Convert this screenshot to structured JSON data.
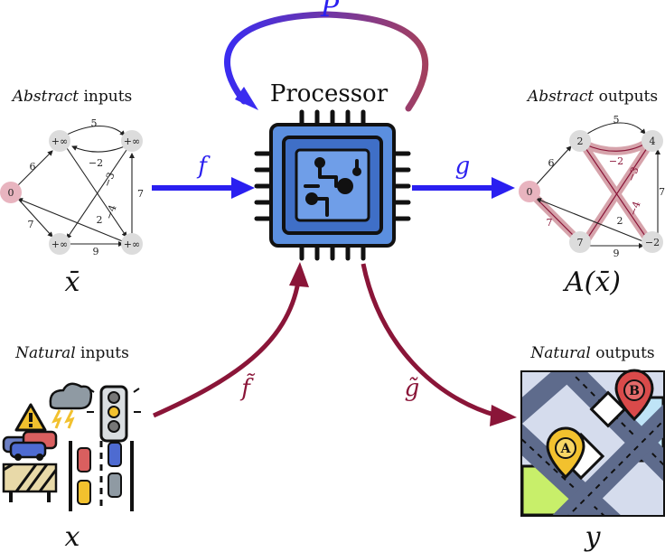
{
  "processor": {
    "title": "Processor",
    "loop_label": "P"
  },
  "abstract_inputs": {
    "title_italic": "Abstract",
    "title_rest": " inputs",
    "symbol": "x̄",
    "nodes": [
      "0",
      "+∞",
      "+∞",
      "+∞",
      "+∞"
    ],
    "edge_labels": [
      "5",
      "6",
      "−2",
      "−3",
      "7",
      "−4",
      "2",
      "7",
      "9"
    ]
  },
  "abstract_outputs": {
    "title_italic": "Abstract",
    "title_rest": " outputs",
    "symbol": "A(x̄)",
    "nodes": [
      "0",
      "2",
      "4",
      "7",
      "−2"
    ],
    "edge_labels": [
      "5",
      "6",
      "−2",
      "−3",
      "7",
      "−4",
      "2",
      "7",
      "9"
    ]
  },
  "natural_inputs": {
    "title_italic": "Natural",
    "title_rest": " inputs",
    "symbol": "x",
    "icons": [
      "warning-sign-icon",
      "storm-cloud-icon",
      "traffic-light-icon",
      "traffic-jam-cars-icon",
      "road-barrier-icon",
      "road-lanes-icon"
    ]
  },
  "natural_outputs": {
    "title_italic": "Natural",
    "title_rest": " outputs",
    "symbol": "y",
    "map_pins": [
      "A",
      "B"
    ]
  },
  "arrows": {
    "encoder": "f",
    "decoder": "g",
    "natural_encoder": "f̃",
    "natural_decoder": "g̃"
  },
  "colors": {
    "blue_arrow": "#2a1ff0",
    "red_arrow": "#8a1538",
    "node_gray": "#dcdcdc",
    "node_source": "#e8b4bf",
    "highlight": "#c9858f",
    "chip_blue": "#4d7fd6"
  }
}
